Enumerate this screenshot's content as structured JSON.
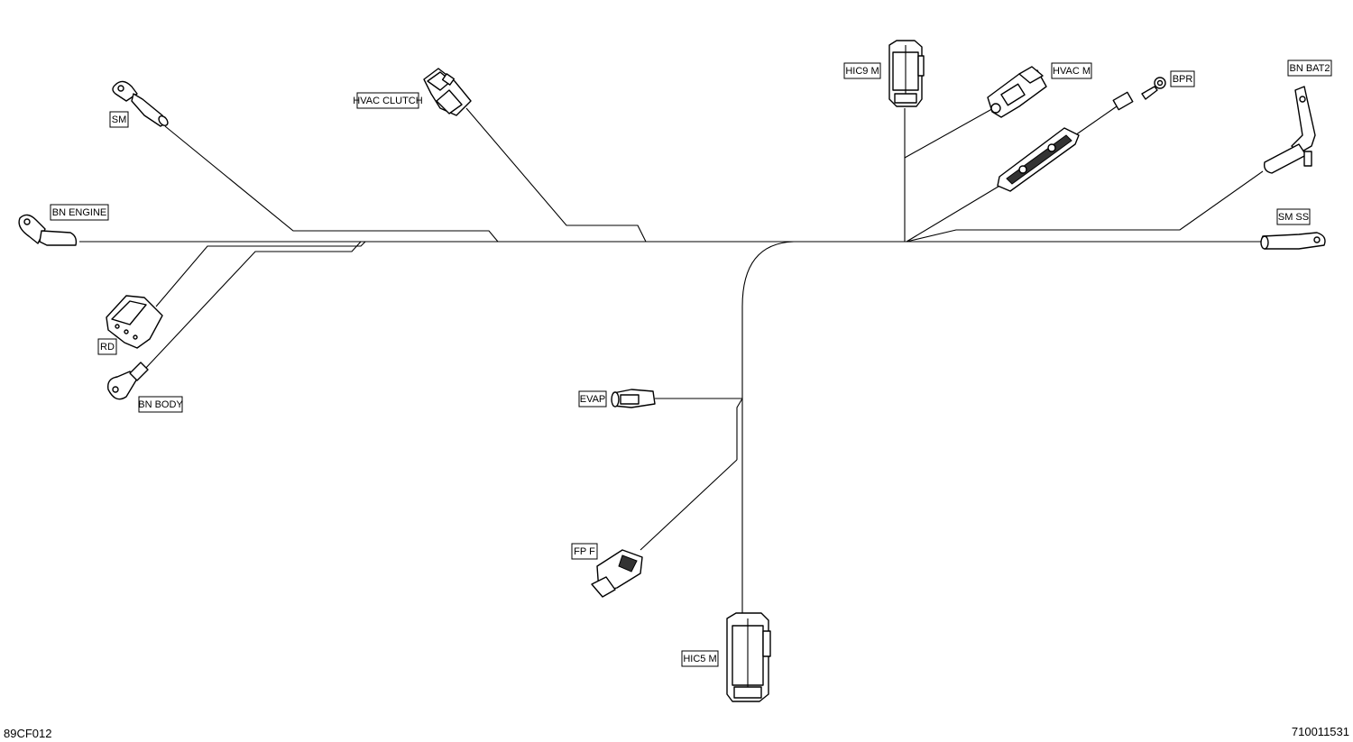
{
  "diagram": {
    "labels": {
      "sm": "SM",
      "hvac_clutch": "HVAC CLUTCH",
      "hic9_m": "HIC9 M",
      "hvac_m": "HVAC M",
      "bpr": "BPR",
      "bn_bat2": "BN BAT2",
      "bn_engine": "BN ENGINE",
      "sm_ss": "SM SS",
      "rd": "RD",
      "bn_body": "BN BODY",
      "evap": "EVAP",
      "fp_f": "FP F",
      "hic5_m": "HIC5 M"
    },
    "figure_code_left": "89CF012",
    "figure_code_right": "710011531"
  }
}
